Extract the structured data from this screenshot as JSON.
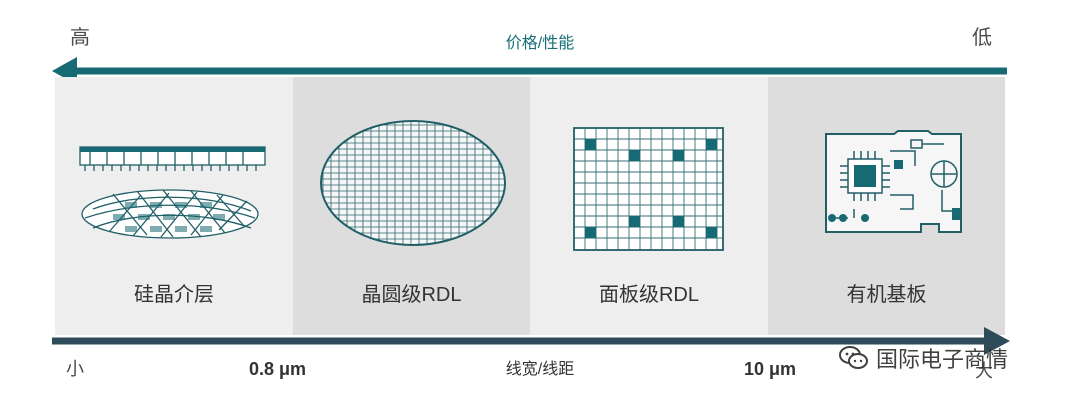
{
  "header": {
    "left_label": "高",
    "right_label": "低",
    "center_label": "价格/性能"
  },
  "panels": [
    {
      "label": "硅晶介层",
      "icon": "silicon-interposer-icon",
      "bg": "#eeeeee"
    },
    {
      "label": "晶圆级RDL",
      "icon": "wafer-rdl-icon",
      "bg": "#dddddd"
    },
    {
      "label": "面板级RDL",
      "icon": "panel-rdl-icon",
      "bg": "#eeeeee"
    },
    {
      "label": "有机基板",
      "icon": "organic-substrate-icon",
      "bg": "#dddddd"
    }
  ],
  "footer": {
    "left_label": "小",
    "value_1": "0.8 μm",
    "center_label": "线宽/线距",
    "value_2": "10 μm",
    "right_label": "大"
  },
  "watermark": {
    "text": "国际电子商情",
    "icon": "wechat-icon"
  },
  "colors": {
    "teal": "#176a73",
    "dark_blue": "#2e4b5a",
    "line_teal": "#215f67"
  }
}
